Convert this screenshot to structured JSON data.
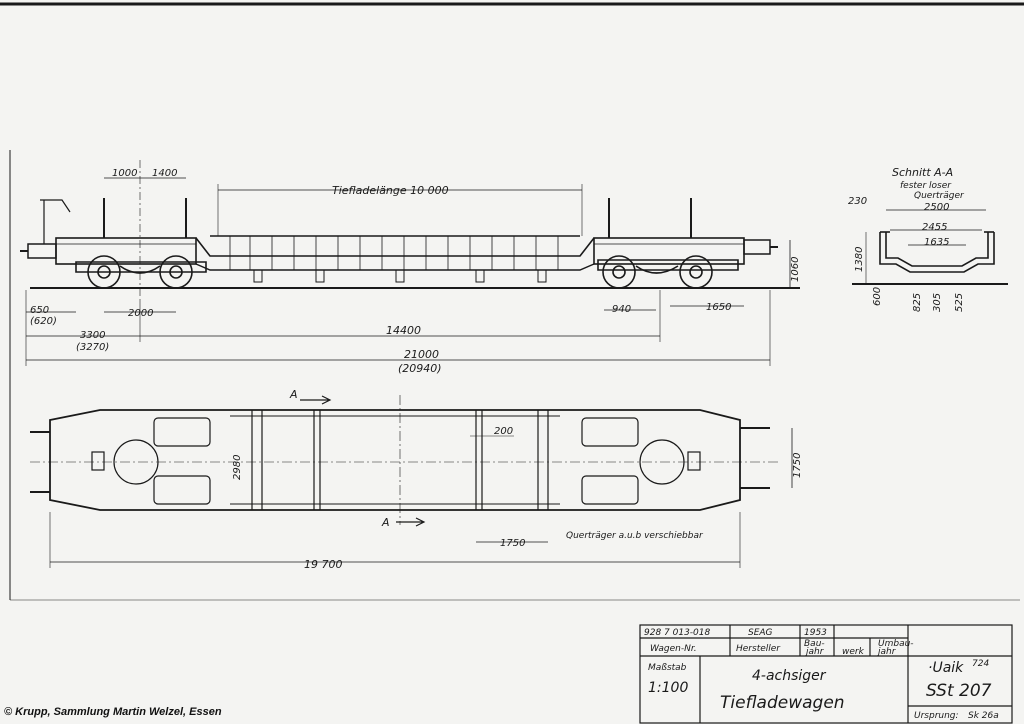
{
  "side_view": {
    "dims_top": [
      "1000",
      "1400"
    ],
    "tiefladelaenge": "Tiefladelänge 10 000",
    "height_right": "1060",
    "dim_650": "650",
    "dim_620": "(620)",
    "dim_2000": "2000",
    "dim_940": "940",
    "dim_1650": "1650",
    "dim_3300": "3300",
    "dim_3270": "(3270)",
    "dim_14400": "14400",
    "dim_21000": "21000",
    "dim_20940": "(20940)"
  },
  "section": {
    "title": "Schnitt A-A",
    "fester_loser": "fester  loser",
    "quertraeger": "Querträger",
    "dim_230": "230",
    "dim_2500": "2500",
    "dim_2455": "2455",
    "dim_1635": "1635",
    "dim_1380": "1380",
    "dim_600": "600",
    "dim_825": "825",
    "dim_305": "305",
    "dim_525": "525"
  },
  "plan_view": {
    "section_mark": "A",
    "dim_2980": "2980",
    "dim_200": "200",
    "dim_1750_right": "1750",
    "dim_1750_bottom": "1750",
    "note": "Querträger a.u.b verschiebbar",
    "dim_19700": "19 700"
  },
  "title_block": {
    "wagen_nr": "928 7 013-018",
    "hersteller": "SEAG",
    "baujahr": "1953",
    "wagen_nr_label": "Wagen-Nr.",
    "hersteller_label": "Hersteller",
    "bau_label": "Bau-",
    "jahr_label": "jahr",
    "umbau_werk_label": "Umbau-",
    "werk_label": "werk",
    "umbau_jahr_label": "jahr",
    "massstab_label": "Maßstab",
    "massstab": "1:100",
    "desc_line1": "4-achsiger",
    "desc_line2": "Tiefladewagen",
    "type_code": "·Uaik",
    "type_sup": "724",
    "type_num": "SSt 207",
    "ursprung_label": "Ursprung:",
    "ursprung": "Sk 26a"
  },
  "copyright": "© Krupp, Sammlung Martin Welzel, Essen"
}
